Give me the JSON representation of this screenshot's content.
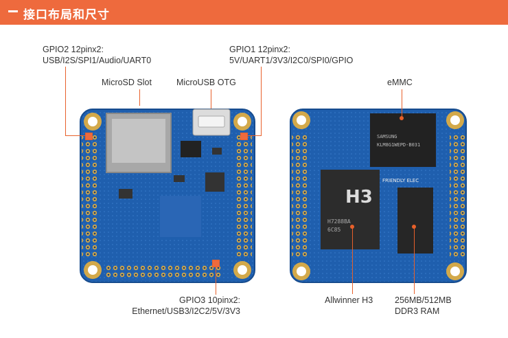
{
  "header": {
    "title": "接口布局和尺寸"
  },
  "left_board": {
    "labels": {
      "gpio2": "GPIO2 12pinx2:\nUSB/I2S/SPI1/Audio/UART0",
      "microsd": "MicroSD Slot",
      "microusb": "MicroUSB OTG",
      "gpio1": "GPIO1 12pinx2:\n5V/UART1/3V3/I2C0/SPI0/GPIO",
      "gpio3": "GPIO3 10pinx2:\nEthernet/USB3/I2C2/5V/3V3"
    }
  },
  "right_board": {
    "labels": {
      "emmc": "eMMC",
      "soc": "Allwinner H3",
      "ram": "256MB/512MB\nDDR3 RAM"
    },
    "chip_texts": {
      "soc_main": "H3",
      "soc_line1": "H7288BA",
      "soc_line2": "6C85",
      "emmc_brand": "SAMSUNG",
      "emmc_part": "KLM8G1WEPD-B031",
      "brand": "FRIENDLY ELEC"
    }
  },
  "colors": {
    "accent": "#ee6a3d",
    "pcb": "#1f5fae",
    "pad": "#d3a94a"
  }
}
